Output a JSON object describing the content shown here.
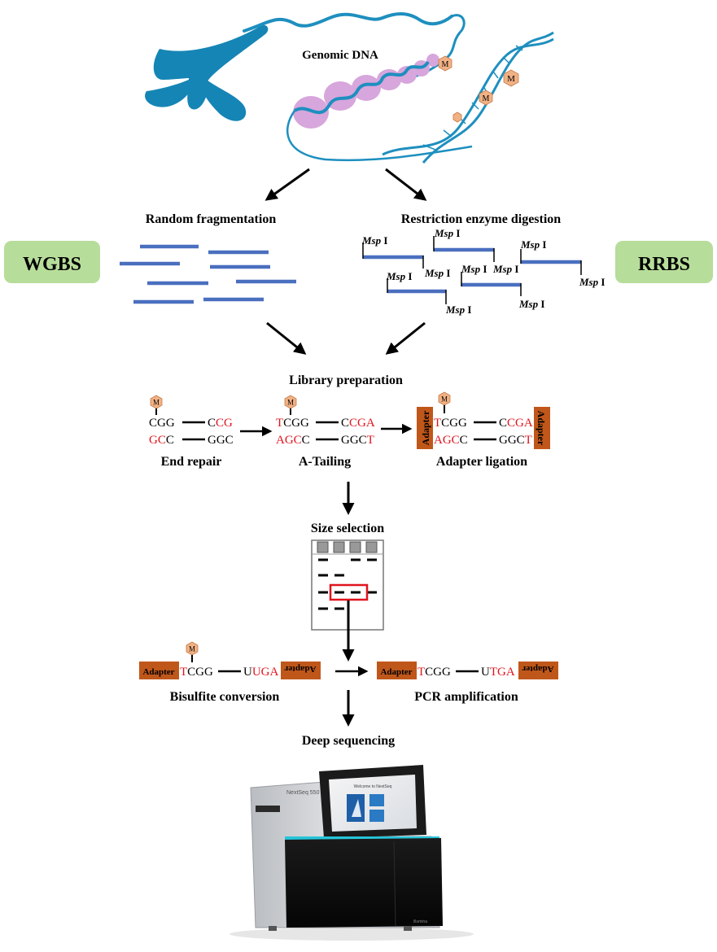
{
  "colors": {
    "dna_blue": "#1e8fbf",
    "fragment_blue": "#4a6fbf",
    "badge_green": "#b7dd9a",
    "adapter_orange": "#c0571a",
    "methyl_peach": "#f0b184",
    "highlight_red": "#e0141e",
    "nucleosome_pink": "#d7a6dc"
  },
  "top": {
    "genomic_dna": "Genomic DNA"
  },
  "methyl": {
    "mark": "M"
  },
  "branches": {
    "left_title": "Random fragmentation",
    "right_title": "Restriction enzyme digestion",
    "left_badge": "WGBS",
    "right_badge": "RRBS",
    "msp_italic": "Msp",
    "msp_suffix": " I"
  },
  "library": {
    "title": "Library preparation",
    "end_repair": {
      "top_left_black": "CGG",
      "top_right_black": "C",
      "top_right_red": "CG",
      "bot_left_red": "GC",
      "bot_left_black": "C",
      "bot_right_black": "GGC",
      "label": "End repair"
    },
    "a_tailing": {
      "top_left_red": "T",
      "top_left_black": "CGG",
      "top_right_black": "C",
      "top_right_red": "CGA",
      "bot_left_red": "AGC",
      "bot_left_black": "C",
      "bot_right_black": "GGC",
      "bot_right_red": "T",
      "label": "A-Tailing"
    },
    "adapter_ligation": {
      "adapter": "Adapter",
      "top_left_red": "T",
      "top_left_black": "CGG",
      "top_right_black": "C",
      "top_right_red": "CGA",
      "bot_left_red": "AGC",
      "bot_left_black": "C",
      "bot_right_black": "GGC",
      "bot_right_red": "T",
      "label": "Adapter ligation"
    }
  },
  "size_selection": {
    "title": "Size selection"
  },
  "bisulfite": {
    "adapter": "Adapter",
    "left_red": "T",
    "left_black": "CGG",
    "right_black": "U",
    "right_red": "UGA",
    "label": "Bisulfite conversion"
  },
  "pcr": {
    "adapter": "Adapter",
    "left_red": "T",
    "left_black": "CGG",
    "right_black": "U",
    "right_red": "TGA",
    "label": "PCR amplification"
  },
  "sequencing": {
    "title": "Deep sequencing",
    "instrument_name": "NextSeq 550",
    "screen_welcome": "Welcome to NextSeq",
    "brand": "illumina"
  }
}
